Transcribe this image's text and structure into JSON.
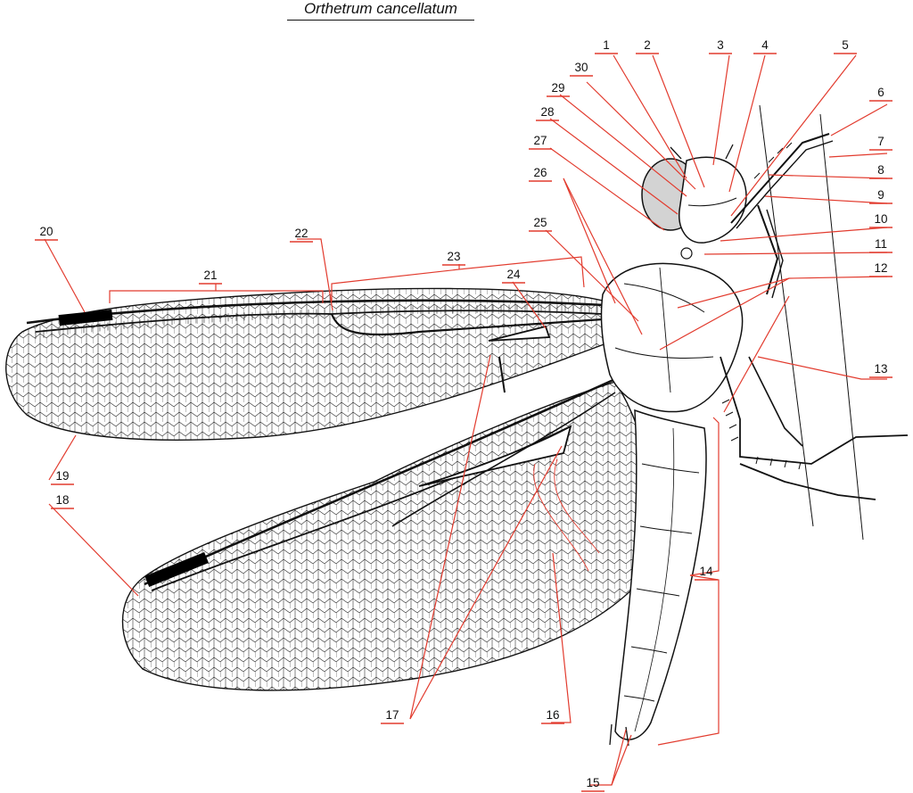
{
  "title": "Orthetrum cancellatum",
  "labels": [
    "1",
    "2",
    "3",
    "4",
    "5",
    "6",
    "7",
    "8",
    "9",
    "10",
    "11",
    "12",
    "13",
    "14",
    "15",
    "16",
    "17",
    "18",
    "19",
    "20",
    "21",
    "22",
    "23",
    "24",
    "25",
    "26",
    "27",
    "28",
    "29",
    "30"
  ],
  "colors": {
    "leader": "#e23b2e",
    "ink": "#111111",
    "eye": "#d3d3d3",
    "pterostigma": "#000000"
  },
  "illustration": "dragonfly-anatomy-drawing"
}
